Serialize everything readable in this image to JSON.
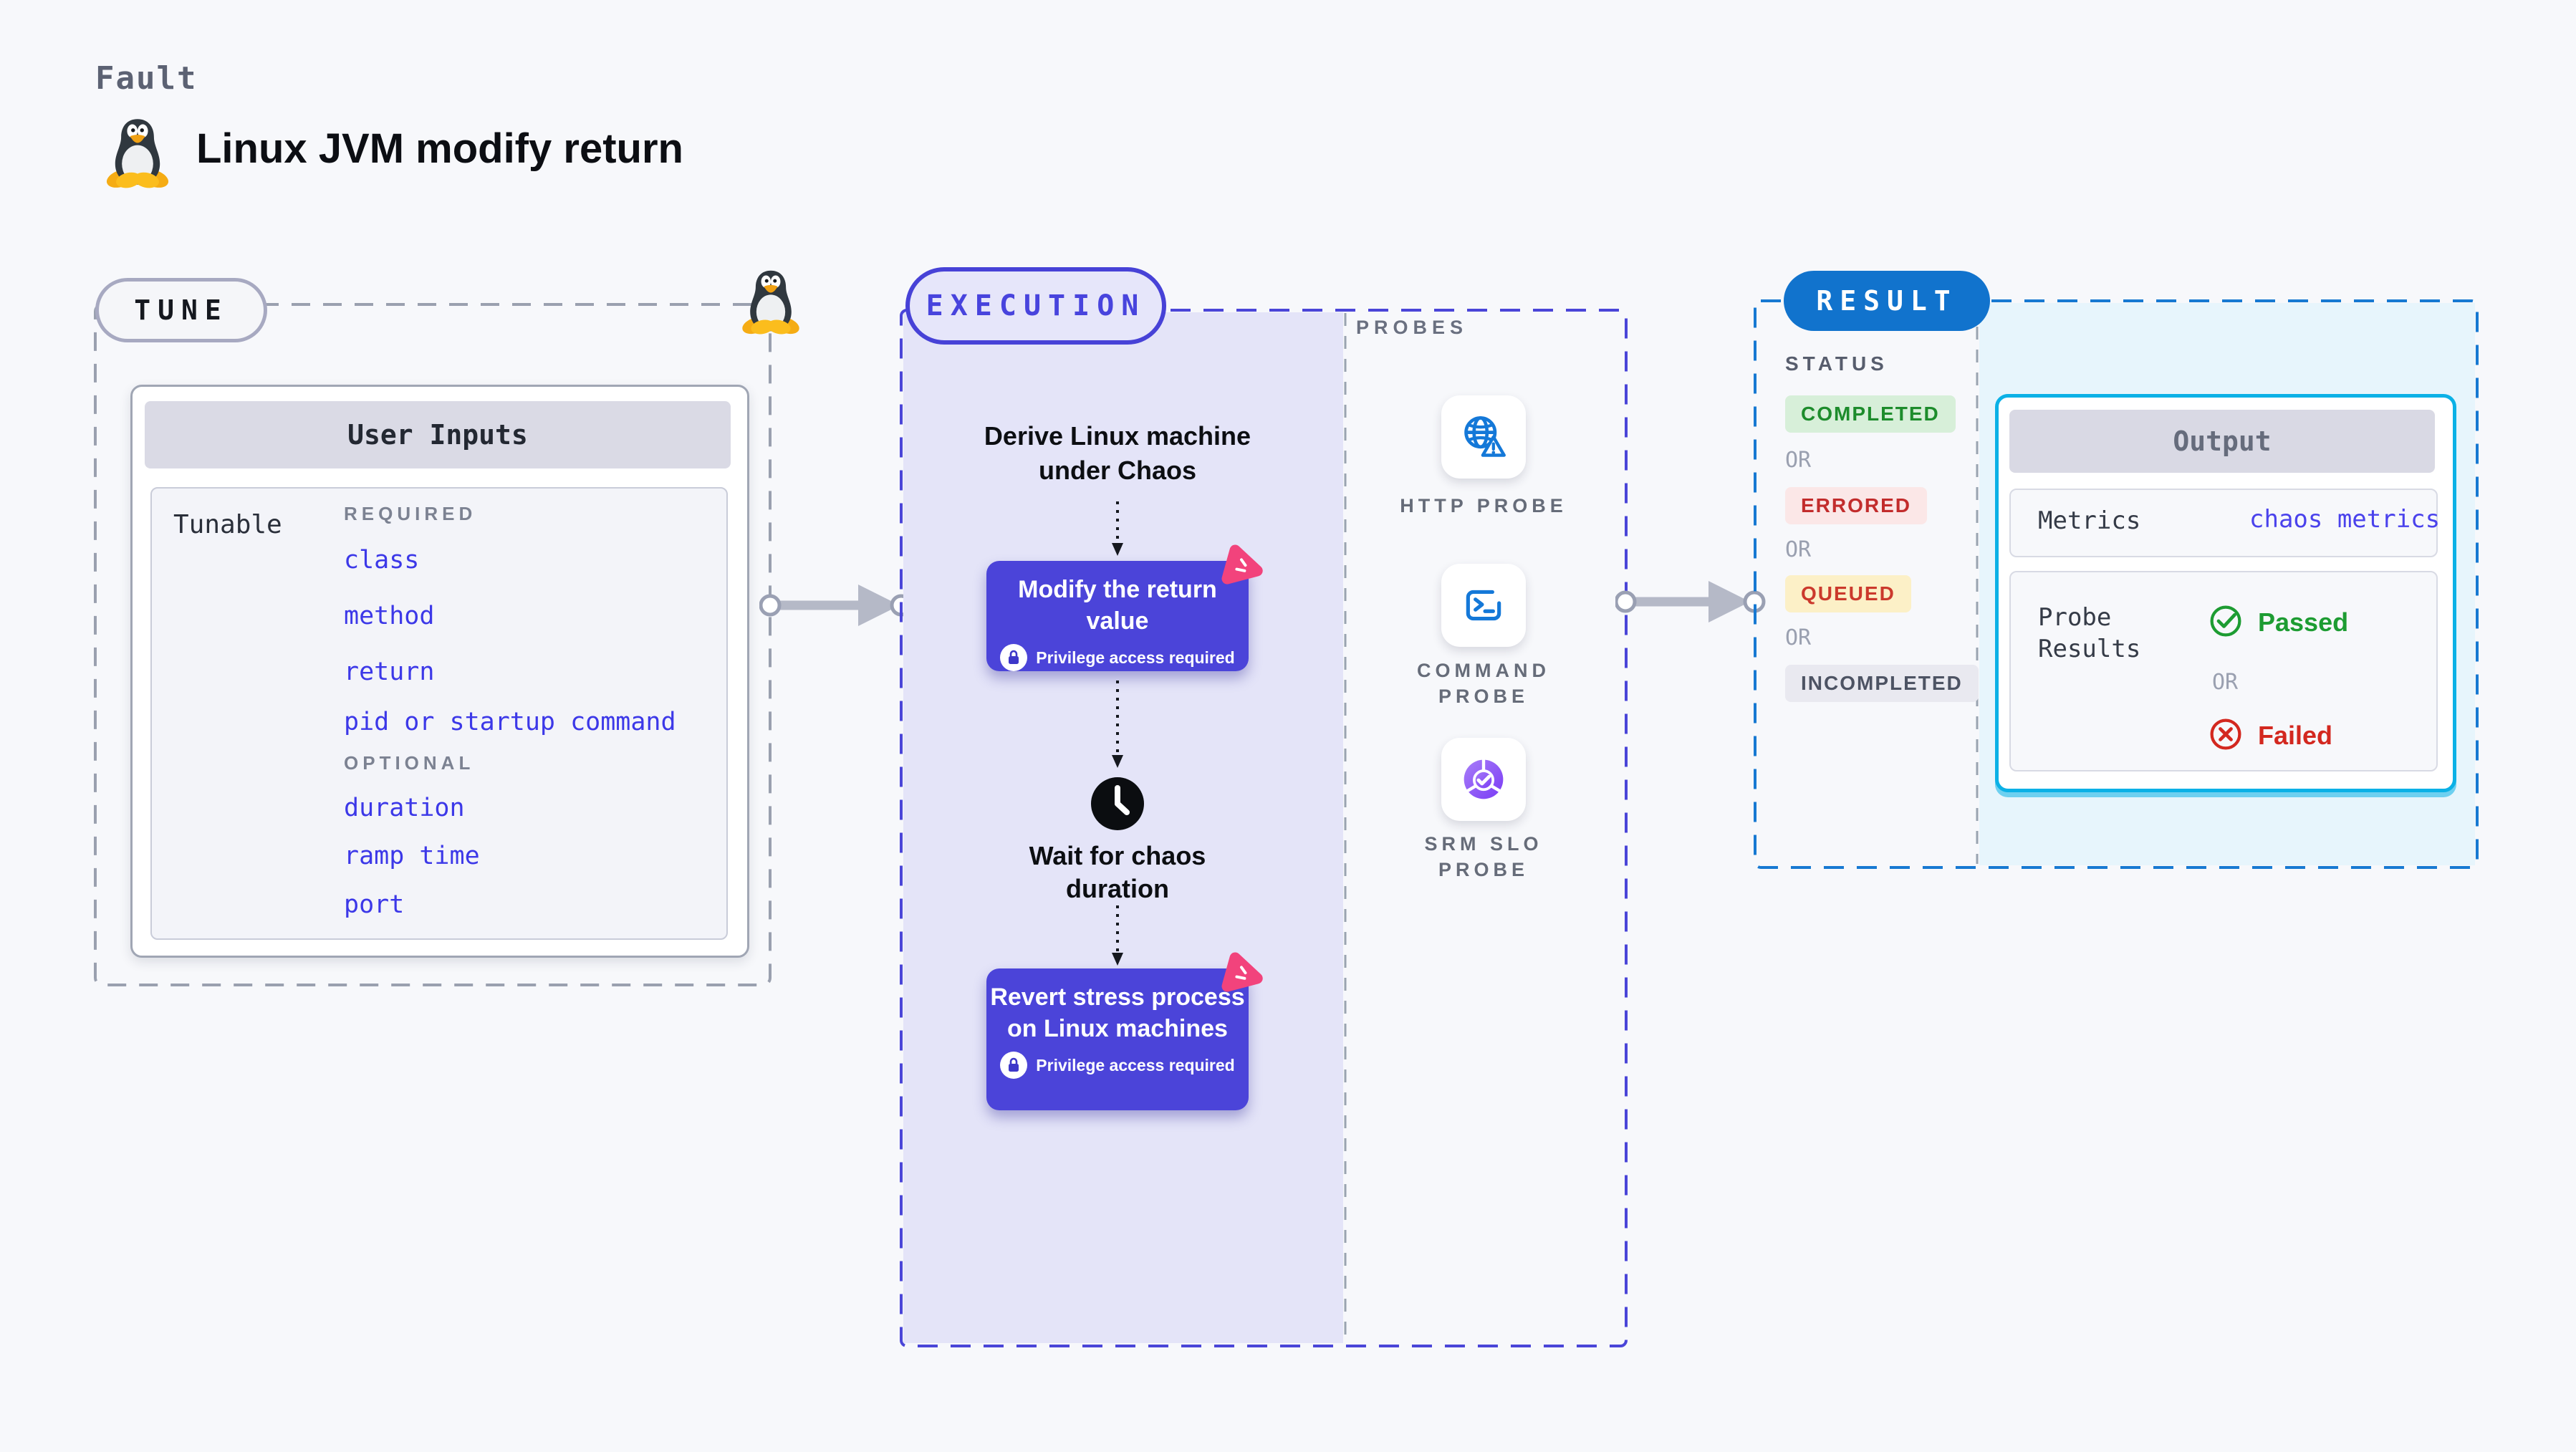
{
  "header": {
    "kicker": "Fault",
    "title": "Linux JVM modify return"
  },
  "tune": {
    "badge": "TUNE",
    "card_title": "User Inputs",
    "row_label": "Tunable",
    "required_label": "REQUIRED",
    "required_params": [
      "class",
      "method",
      "return",
      "pid or startup command"
    ],
    "optional_label": "OPTIONAL",
    "optional_params": [
      "duration",
      "ramp time",
      "port"
    ]
  },
  "execution": {
    "badge": "EXECUTION",
    "step_derive": "Derive Linux machine under Chaos",
    "action1": {
      "title": "Modify the return value",
      "note": "Privilege access required",
      "icon": "chaos-fault-icon",
      "lock_icon": "lock-icon"
    },
    "wait_step": "Wait for chaos duration",
    "wait_icon": "clock-icon",
    "action2": {
      "title": "Revert stress process on Linux machines",
      "note": "Privilege access required",
      "icon": "chaos-fault-icon",
      "lock_icon": "lock-icon"
    }
  },
  "probes": {
    "label": "PROBES",
    "items": [
      {
        "name": "HTTP PROBE",
        "icon": "globe-alert-icon"
      },
      {
        "name": "COMMAND PROBE",
        "icon": "terminal-icon"
      },
      {
        "name": "SRM SLO PROBE",
        "icon": "slo-pie-check-icon"
      }
    ]
  },
  "result": {
    "badge": "RESULT",
    "status_label": "STATUS",
    "or_label": "OR",
    "statuses": [
      "COMPLETED",
      "ERRORED",
      "QUEUED",
      "INCOMPLETED"
    ],
    "output": {
      "title": "Output",
      "metrics_label": "Metrics",
      "metrics_value": "chaos metrics",
      "probe_results_label": "Probe Results",
      "passed_label": "Passed",
      "failed_label": "Failed",
      "or_label": "OR",
      "passed_icon": "check-circle-icon",
      "failed_icon": "x-circle-icon"
    }
  },
  "colors": {
    "page_bg": "#f7f8fb",
    "indigo_accent": "#4b44d9",
    "execution_bg": "#e4e4f8",
    "pink_badge": "#f2437c",
    "probe_blue": "#1478d8",
    "slo_purple": "#7a3bf5",
    "result_blue": "#1173cd",
    "output_cyan_border": "#0bb1e6",
    "result_bg": "#e7f5fc",
    "completed_green": "#1d8c2c",
    "errored_red": "#c22c2c",
    "queued_yellow_bg": "#fcf0c7",
    "incompleted_gray": "#4d5363",
    "passed_green": "#1d9c32",
    "failed_red": "#d3281f",
    "link_blue": "#3c38e8"
  }
}
